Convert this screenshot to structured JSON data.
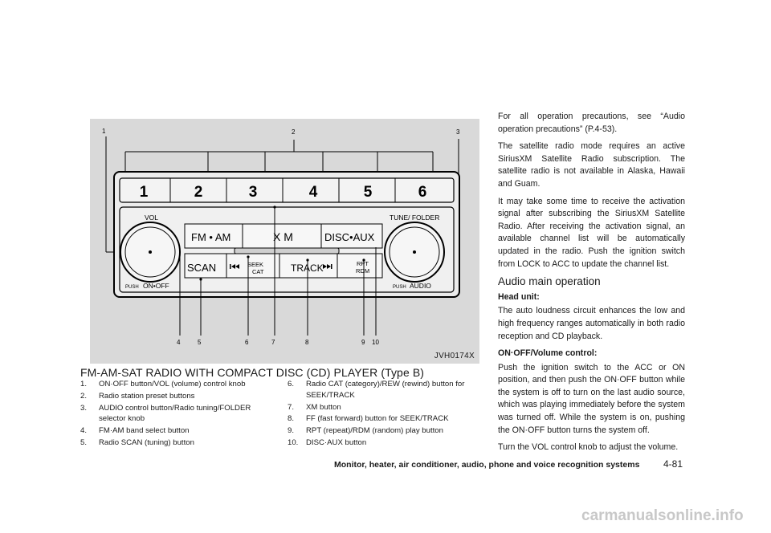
{
  "figure": {
    "code": "JVH0174X",
    "callouts": [
      "1",
      "2",
      "3",
      "4",
      "5",
      "6",
      "7",
      "8",
      "9",
      "10"
    ],
    "presets": [
      "1",
      "2",
      "3",
      "4",
      "5",
      "6"
    ],
    "panel": {
      "vol": "VOL",
      "tune_folder": "TUNE/ FOLDER",
      "fm_am": "FM • AM",
      "xm": "X M",
      "disc_aux": "DISC•AUX",
      "scan": "SCAN",
      "seek_cat_1": "SEEK",
      "seek_cat_2": "CAT",
      "track": "TRACK",
      "rpt": "RPT",
      "rdm": "RDM",
      "push_left": "PUSH",
      "on_off": "ON•OFF",
      "push_right": "PUSH",
      "audio": "AUDIO",
      "seek_icon": "skip-back-icon",
      "track_icon": "skip-forward-icon"
    }
  },
  "section_title": "FM-AM-SAT RADIO WITH COMPACT DISC (CD) PLAYER (Type B)",
  "legend_left": [
    {
      "num": "1.",
      "text": "ON·OFF button/VOL (volume) control knob"
    },
    {
      "num": "2.",
      "text": "Radio station preset buttons"
    },
    {
      "num": "3.",
      "text": "AUDIO control button/Radio tuning/FOLDER selector knob"
    },
    {
      "num": "4.",
      "text": "FM·AM band select button"
    },
    {
      "num": "5.",
      "text": "Radio SCAN (tuning) button"
    }
  ],
  "legend_right": [
    {
      "num": "6.",
      "text": "Radio CAT (category)/REW (rewind) button for SEEK/TRACK"
    },
    {
      "num": "7.",
      "text": "XM button"
    },
    {
      "num": "8.",
      "text": "FF (fast forward) button for SEEK/TRACK"
    },
    {
      "num": "9.",
      "text": "RPT (repeat)/RDM (random) play button"
    },
    {
      "num": "10.",
      "text": "DISC·AUX button"
    }
  ],
  "right_column": {
    "p1": "For all operation precautions, see “Audio operation precautions” (P.4-53).",
    "p2": "The satellite radio mode requires an active SiriusXM Satellite Radio subscription. The satellite radio is not available in Alaska, Hawaii and Guam.",
    "p3": "It may take some time to receive the activation signal after subscribing the SiriusXM Satellite Radio. After receiving the activation signal, an available channel list will be automatically updated in the radio. Push the ignition switch from LOCK to ACC to update the channel list.",
    "heading": "Audio main operation",
    "sub1": "Head unit:",
    "p4": "The auto loudness circuit enhances the low and high frequency ranges automatically in both radio reception and CD playback.",
    "sub2": "ON·OFF/Volume control:",
    "p5": "Push the ignition switch to the ACC or ON position, and then push the ON·OFF button while the system is off to turn on the last audio source, which was playing immediately before the system was turned off. While the system is on, pushing the ON·OFF button turns the system off.",
    "p6": "Turn the VOL control knob to adjust the volume."
  },
  "footer": {
    "title": "Monitor, heater, air conditioner, audio, phone and voice recognition systems",
    "page": "4-81"
  },
  "watermark": "carmanualsonline.info"
}
